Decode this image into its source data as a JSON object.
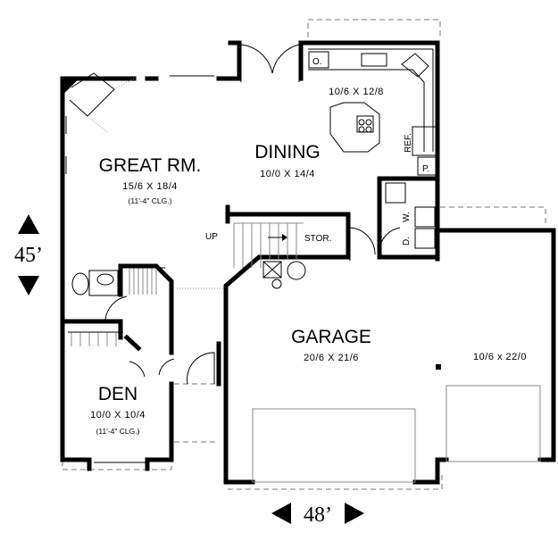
{
  "rooms": {
    "great_room": {
      "name": "GREAT RM.",
      "dims": "15/6 X 18/4",
      "ceiling": "(11'-4\" CLG.)"
    },
    "dining": {
      "name": "DINING",
      "dims": "10/0 X 14/4"
    },
    "kitchen": {
      "dims": "10/6 X 12/8"
    },
    "garage": {
      "name": "GARAGE",
      "dims": "20/6 X 21/6"
    },
    "garage_bay": {
      "dims": "10/6 x 22/0"
    },
    "den": {
      "name": "DEN",
      "dims": "10/0 X 10/4",
      "ceiling": "(11'-4\" CLG.)"
    }
  },
  "labels": {
    "up": "UP",
    "stor": "STOR.",
    "ref": "REF.",
    "pantry": "P.",
    "oven": "O.",
    "washer": "W.",
    "dryer": "D."
  },
  "overall": {
    "depth": "45’",
    "width": "48’"
  }
}
